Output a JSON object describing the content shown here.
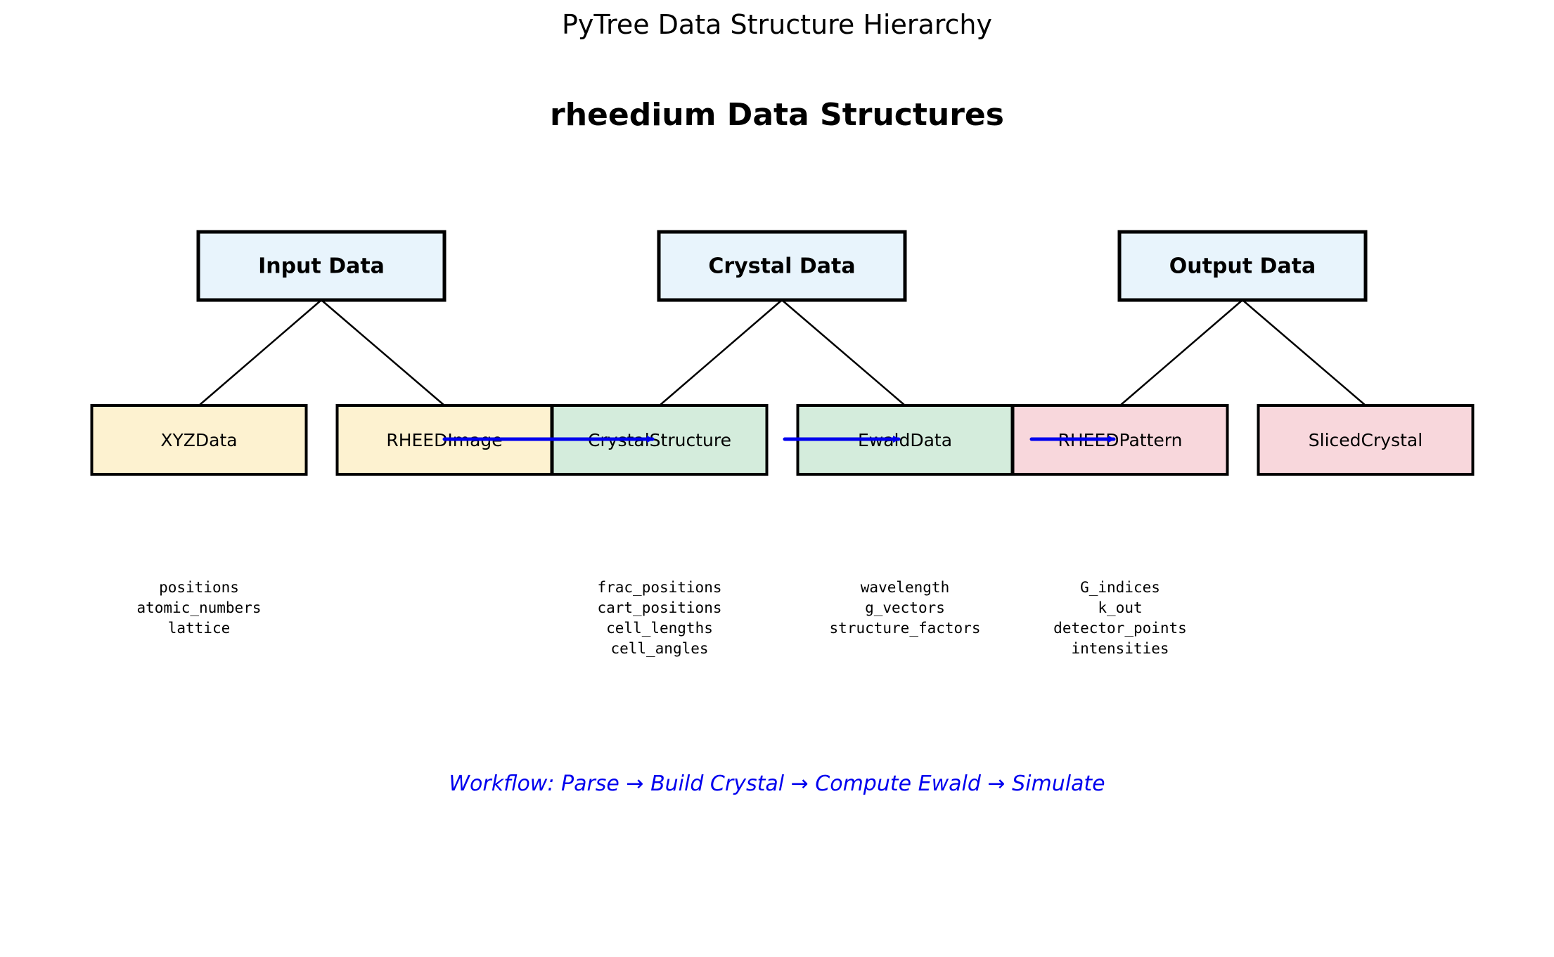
{
  "figure": {
    "title": "PyTree Data Structure Hierarchy",
    "heading": "rheedium Data Structures",
    "workflow": "Workflow: Parse → Build Crystal → Compute Ewald → Simulate"
  },
  "colors": {
    "category_fill": "#e8f4fc",
    "input_fill": "#fdf2d0",
    "crystal_fill": "#d4ecdc",
    "output_fill": "#f8d7dc",
    "stroke": "#000000",
    "arrow": "#0000ee",
    "workflow_text": "#0000ee"
  },
  "categories": [
    {
      "label": "Input Data"
    },
    {
      "label": "Crystal Data"
    },
    {
      "label": "Output Data"
    }
  ],
  "structures": [
    {
      "label": "XYZData",
      "group": "input",
      "fields": [
        "positions",
        "atomic_numbers",
        "lattice"
      ]
    },
    {
      "label": "RHEEDImage",
      "group": "input",
      "fields": []
    },
    {
      "label": "CrystalStructure",
      "group": "crystal",
      "fields": [
        "frac_positions",
        "cart_positions",
        "cell_lengths",
        "cell_angles"
      ]
    },
    {
      "label": "EwaldData",
      "group": "crystal",
      "fields": [
        "wavelength",
        "g_vectors",
        "structure_factors"
      ]
    },
    {
      "label": "RHEEDPattern",
      "group": "output",
      "fields": [
        "G_indices",
        "k_out",
        "detector_points",
        "intensities"
      ]
    },
    {
      "label": "SlicedCrystal",
      "group": "output",
      "fields": []
    }
  ]
}
